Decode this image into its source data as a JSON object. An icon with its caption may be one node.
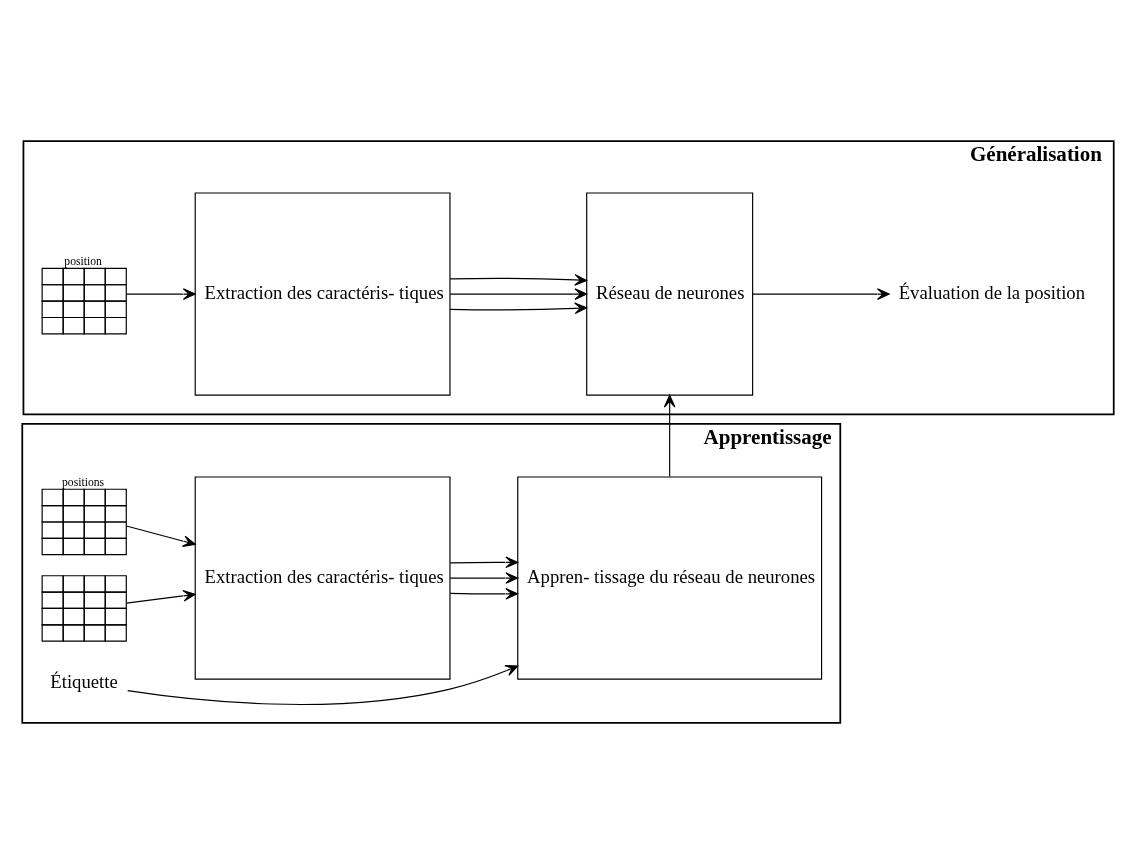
{
  "diagram": {
    "nodes": [
      {
        "text": [
          "Apprentissage"
        ]
      },
      {
        "text": [],
        "shape": "grid",
        "in": 0,
        "beside": [
          "positions"
        ]
      },
      {
        "text": [],
        "shape": "grid",
        "in": 0
      },
      {
        "text": [
          "Extraction des caractéris- tiques"
        ],
        "in": 0
      },
      {
        "text": [
          "Appren- tissage du réseau de neurones"
        ],
        "in": 0
      },
      {
        "text": [
          "Étiquette"
        ],
        "in": 0
      },
      {
        "text": [
          "Généralisation"
        ]
      },
      {
        "text": [],
        "shape": "grid",
        "in": 6,
        "beside": [
          "position"
        ]
      },
      {
        "text": [
          "Extraction des caractéris- tiques"
        ],
        "in": 6
      },
      {
        "text": [
          "Réseau de neurones"
        ],
        "in": 6
      },
      {
        "text": [
          "Évaluation de la position"
        ],
        "in": 6
      }
    ],
    "edges": [
      {
        "from": 1,
        "to": 3,
        "arrow": "to"
      },
      {
        "from": 2,
        "to": 3,
        "arrow": "to"
      },
      {
        "from": 3,
        "to": 4,
        "arrow": "to"
      },
      {
        "from": 3,
        "to": 4,
        "arrow": "to"
      },
      {
        "from": 3,
        "to": 4,
        "arrow": "to"
      },
      {
        "from": 5,
        "to": 4,
        "arrow": "to"
      },
      {
        "from": 4,
        "to": 9,
        "arrow": "to"
      },
      {
        "from": 7,
        "to": 8,
        "arrow": "to"
      },
      {
        "from": 8,
        "to": 9,
        "arrow": "to"
      },
      {
        "from": 8,
        "to": 9,
        "arrow": "to"
      },
      {
        "from": 8,
        "to": 9,
        "arrow": "to"
      },
      {
        "from": 9,
        "to": 10,
        "arrow": "to"
      }
    ]
  }
}
